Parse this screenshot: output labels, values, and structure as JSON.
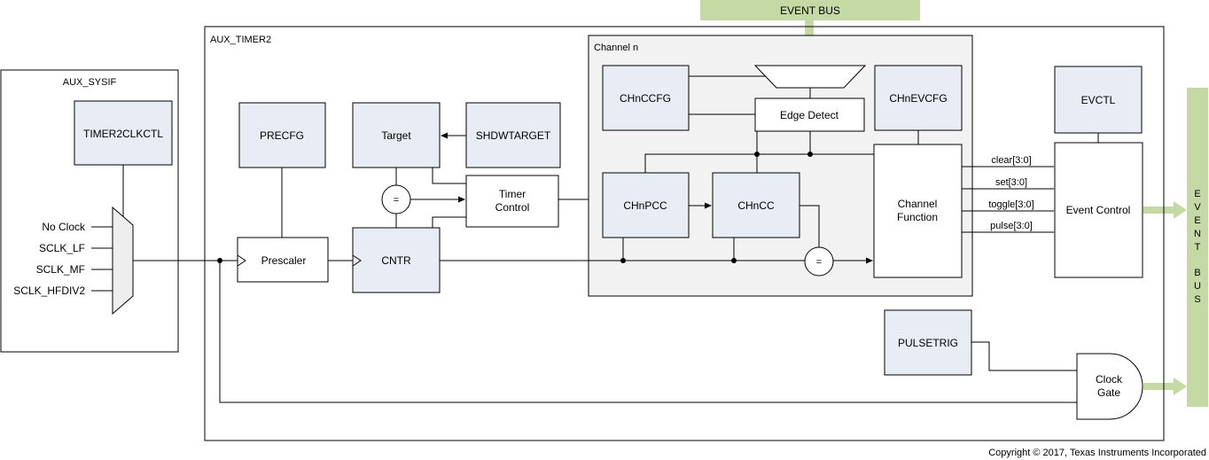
{
  "diagram": {
    "event_bus_top": "EVENT BUS",
    "event_bus_right": [
      "E",
      "V",
      "E",
      "N",
      "T",
      "B",
      "U",
      "S"
    ],
    "aux_sysif": {
      "title": "AUX_SYSIF",
      "timer2clkctl": "TIMER2CLKCTL",
      "mux_inputs": [
        "No Clock",
        "SCLK_LF",
        "SCLK_MF",
        "SCLK_HFDIV2"
      ]
    },
    "aux_timer2": {
      "title": "AUX_TIMER2",
      "precfg": "PRECFG",
      "prescaler": "Prescaler",
      "target": "Target",
      "shdwtarget": "SHDWTARGET",
      "cntr": "CNTR",
      "timer_control": [
        "Timer",
        "Control"
      ],
      "equals": "=",
      "pulsetrig": "PULSETRIG",
      "clock_gate": [
        "Clock",
        "Gate"
      ],
      "evctl": "EVCTL",
      "event_control": "Event Control",
      "signals": [
        "clear[3:0]",
        "set[3:0]",
        "toggle[3:0]",
        "pulse[3:0]"
      ]
    },
    "channel": {
      "title": "Channel n",
      "chnccfg": "CHnCCFG",
      "edge_detect": "Edge Detect",
      "chnevcfg": "CHnEVCFG",
      "chnpcc": "CHnPCC",
      "chncc": "CHnCC",
      "channel_function": [
        "Channel",
        "Function"
      ]
    },
    "copyright": "Copyright © 2017, Texas Instruments Incorporated"
  },
  "colors": {
    "register_fill": "#e8ecf5",
    "channel_fill": "#f2f2f2",
    "bus_green": "#c5d9a5",
    "line": "#000000"
  }
}
